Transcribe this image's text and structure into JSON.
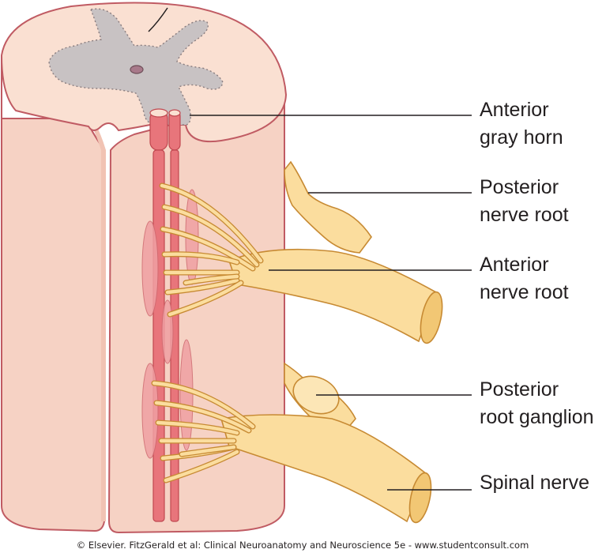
{
  "labels": {
    "anterior_gray_horn_line1": "Anterior",
    "anterior_gray_horn_line2": "gray horn",
    "posterior_nerve_root_line1": "Posterior",
    "posterior_nerve_root_line2": "nerve root",
    "anterior_nerve_root_line1": "Anterior",
    "anterior_nerve_root_line2": "nerve root",
    "posterior_root_ganglion_line1": "Posterior",
    "posterior_root_ganglion_line2": "root ganglion",
    "spinal_nerve": "Spinal nerve"
  },
  "credit": "© Elsevier. FitzGerald et al: Clinical Neuroanatomy and Neuroscience 5e - www.studentconsult.com",
  "colors": {
    "cord_tissue": "#f6d2c4",
    "cord_outline": "#c05b63",
    "gray_matter": "#c8c2c3",
    "blood_vessel": "#e8757b",
    "nerve": "#fbdd9e",
    "nerve_outline": "#c78a33"
  }
}
